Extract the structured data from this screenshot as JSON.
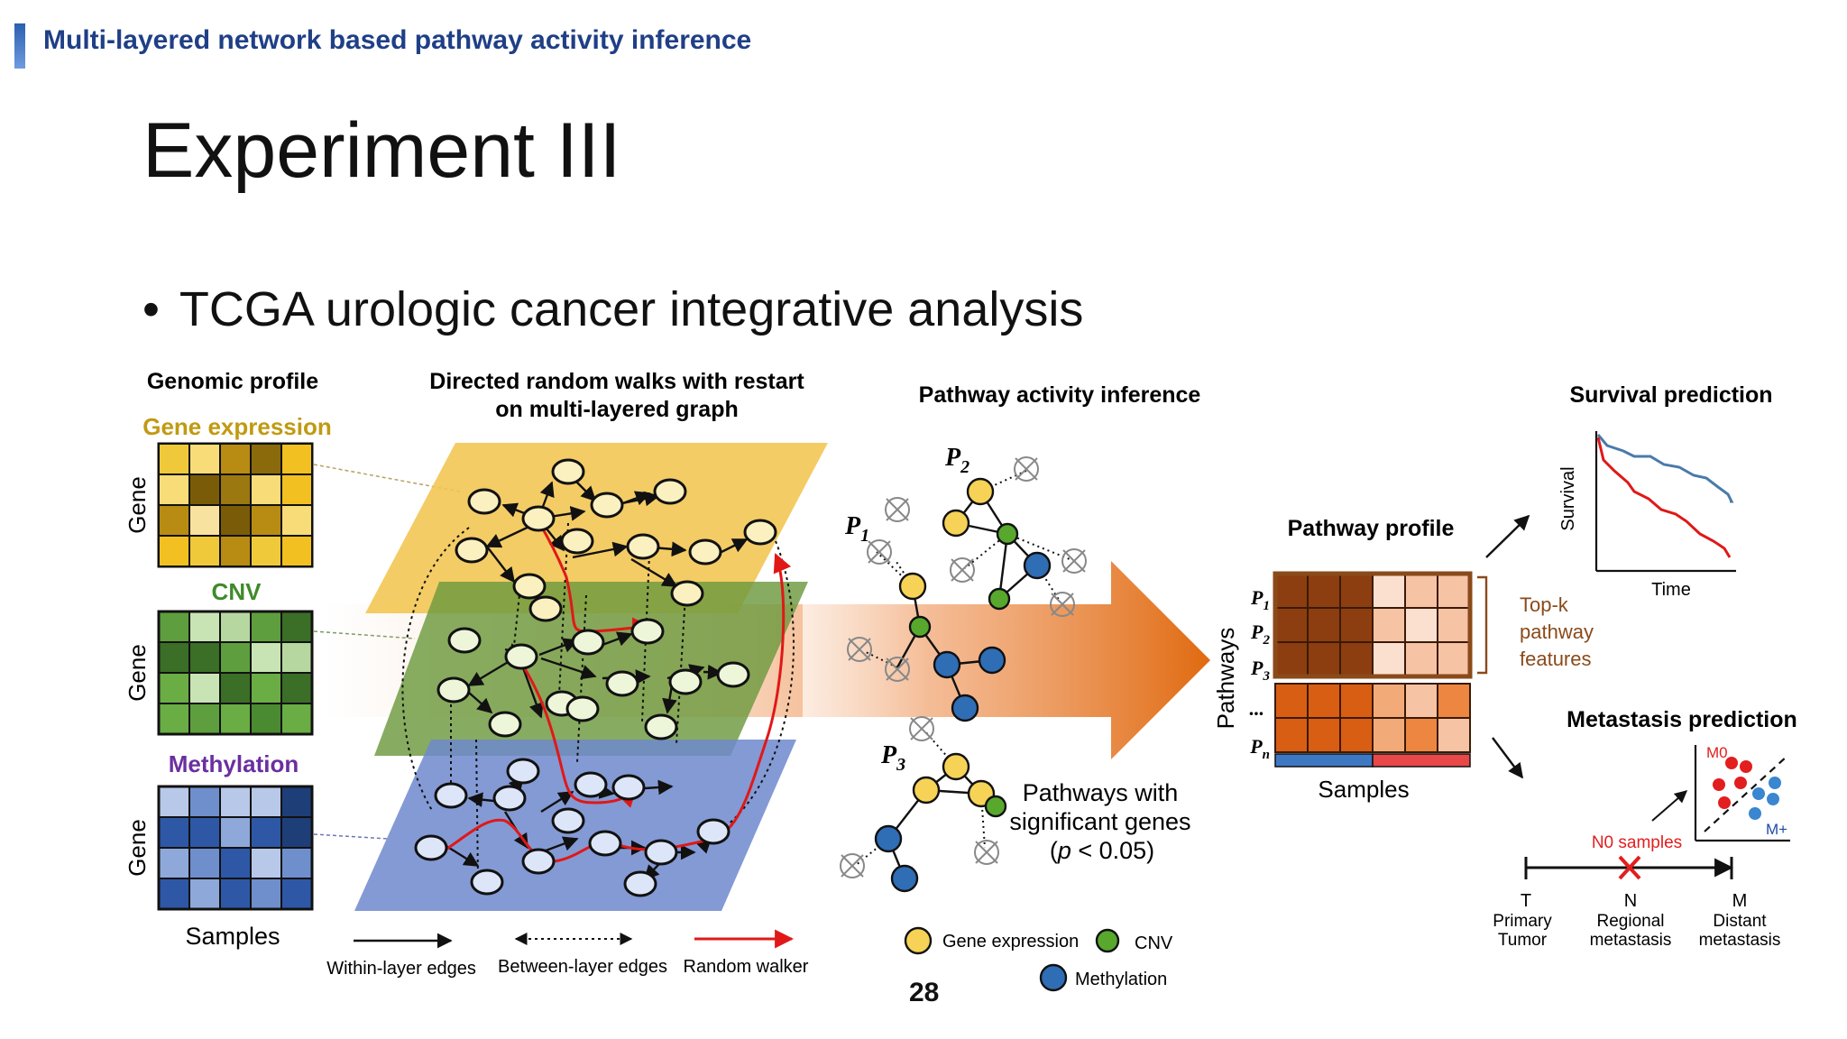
{
  "header": {
    "section": "Multi-layered network based pathway activity inference"
  },
  "slide": {
    "title": "Experiment III",
    "bullet": "TCGA urologic cancer integrative analysis",
    "page_number": "28"
  },
  "genomic": {
    "heading": "Genomic profile",
    "layers": [
      {
        "label": "Gene expression",
        "color": "#c09a12"
      },
      {
        "label": "CNV",
        "color": "#3f8a2a"
      },
      {
        "label": "Methylation",
        "color": "#6a2fa0"
      }
    ],
    "axis_gene": "Gene",
    "axis_samples": "Samples"
  },
  "rwr": {
    "heading_line1": "Directed random walks with restart",
    "heading_line2": "on multi-layered graph"
  },
  "legend_edges": {
    "within": "Within-layer edges",
    "between": "Between-layer edges",
    "walker": "Random walker"
  },
  "pathway_inference": {
    "heading": "Pathway activity inference",
    "p1": "P",
    "p1_sub": "1",
    "p2": "P",
    "p2_sub": "2",
    "p3": "P",
    "p3_sub": "3",
    "note_line1": "Pathways with",
    "note_line2": "significant genes",
    "note_line3_open": "(",
    "note_line3_p": "p",
    "note_line3_rest": " < 0.05)"
  },
  "node_legend": {
    "gene_expression": "Gene expression",
    "cnv": "CNV",
    "methylation": "Methylation"
  },
  "pathway_profile": {
    "heading": "Pathway profile",
    "row_labels": [
      {
        "p": "P",
        "sub": "1"
      },
      {
        "p": "P",
        "sub": "2"
      },
      {
        "p": "P",
        "sub": "3"
      },
      {
        "p": "...",
        "sub": ""
      },
      {
        "p": "P",
        "sub": "n"
      }
    ],
    "axis_y": "Pathways",
    "axis_x": "Samples",
    "topk_line1": "Top-k",
    "topk_line2": "pathway",
    "topk_line3": "features"
  },
  "survival": {
    "heading": "Survival prediction",
    "ylabel": "Survival",
    "xlabel": "Time"
  },
  "metastasis": {
    "heading": "Metastasis prediction",
    "m0": "M0",
    "mplus": "M+",
    "n0": "N0 samples",
    "stages": [
      {
        "letter": "T",
        "line1": "Primary",
        "line2": "Tumor"
      },
      {
        "letter": "N",
        "line1": "Regional",
        "line2": "metastasis"
      },
      {
        "letter": "M",
        "line1": "Distant",
        "line2": "metastasis"
      }
    ]
  }
}
